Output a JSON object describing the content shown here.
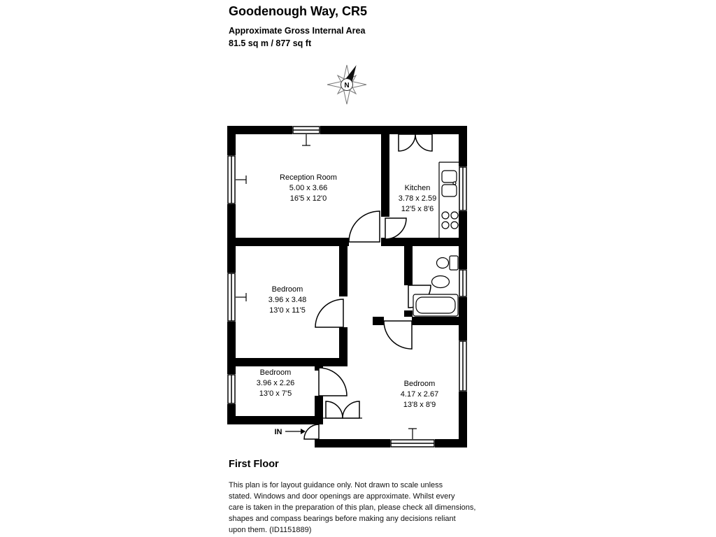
{
  "header": {
    "title": "Goodenough Way, CR5",
    "area_label": "Approximate Gross Internal Area",
    "area_value": "81.5 sq m / 877 sq ft"
  },
  "compass": {
    "north_label": "N"
  },
  "plan": {
    "rooms": [
      {
        "name": "Reception Room",
        "metric": "5.00 x 3.66",
        "imperial": "16'5 x 12'0"
      },
      {
        "name": "Kitchen",
        "metric": "3.78 x 2.59",
        "imperial": "12'5 x 8'6"
      },
      {
        "name": "Bedroom",
        "metric": "3.96 x 3.48",
        "imperial": "13'0 x 11'5"
      },
      {
        "name": "Bedroom",
        "metric": "3.96 x 2.26",
        "imperial": "13'0 x 7'5"
      },
      {
        "name": "Bedroom",
        "metric": "4.17 x 2.67",
        "imperial": "13'8 x 8'9"
      }
    ],
    "entrance_label": "IN"
  },
  "footer": {
    "floor_label": "First Floor",
    "disclaimer_lines": [
      "This plan is for layout guidance only. Not drawn to scale unless",
      "stated. Windows and door openings are approximate. Whilst every",
      "care is taken in the preparation of this plan, please check all dimensions,",
      "shapes and compass bearings before making any decisions reliant",
      "upon them. (ID1151889)"
    ]
  },
  "colors": {
    "wall": "#000000",
    "background": "#ffffff"
  }
}
